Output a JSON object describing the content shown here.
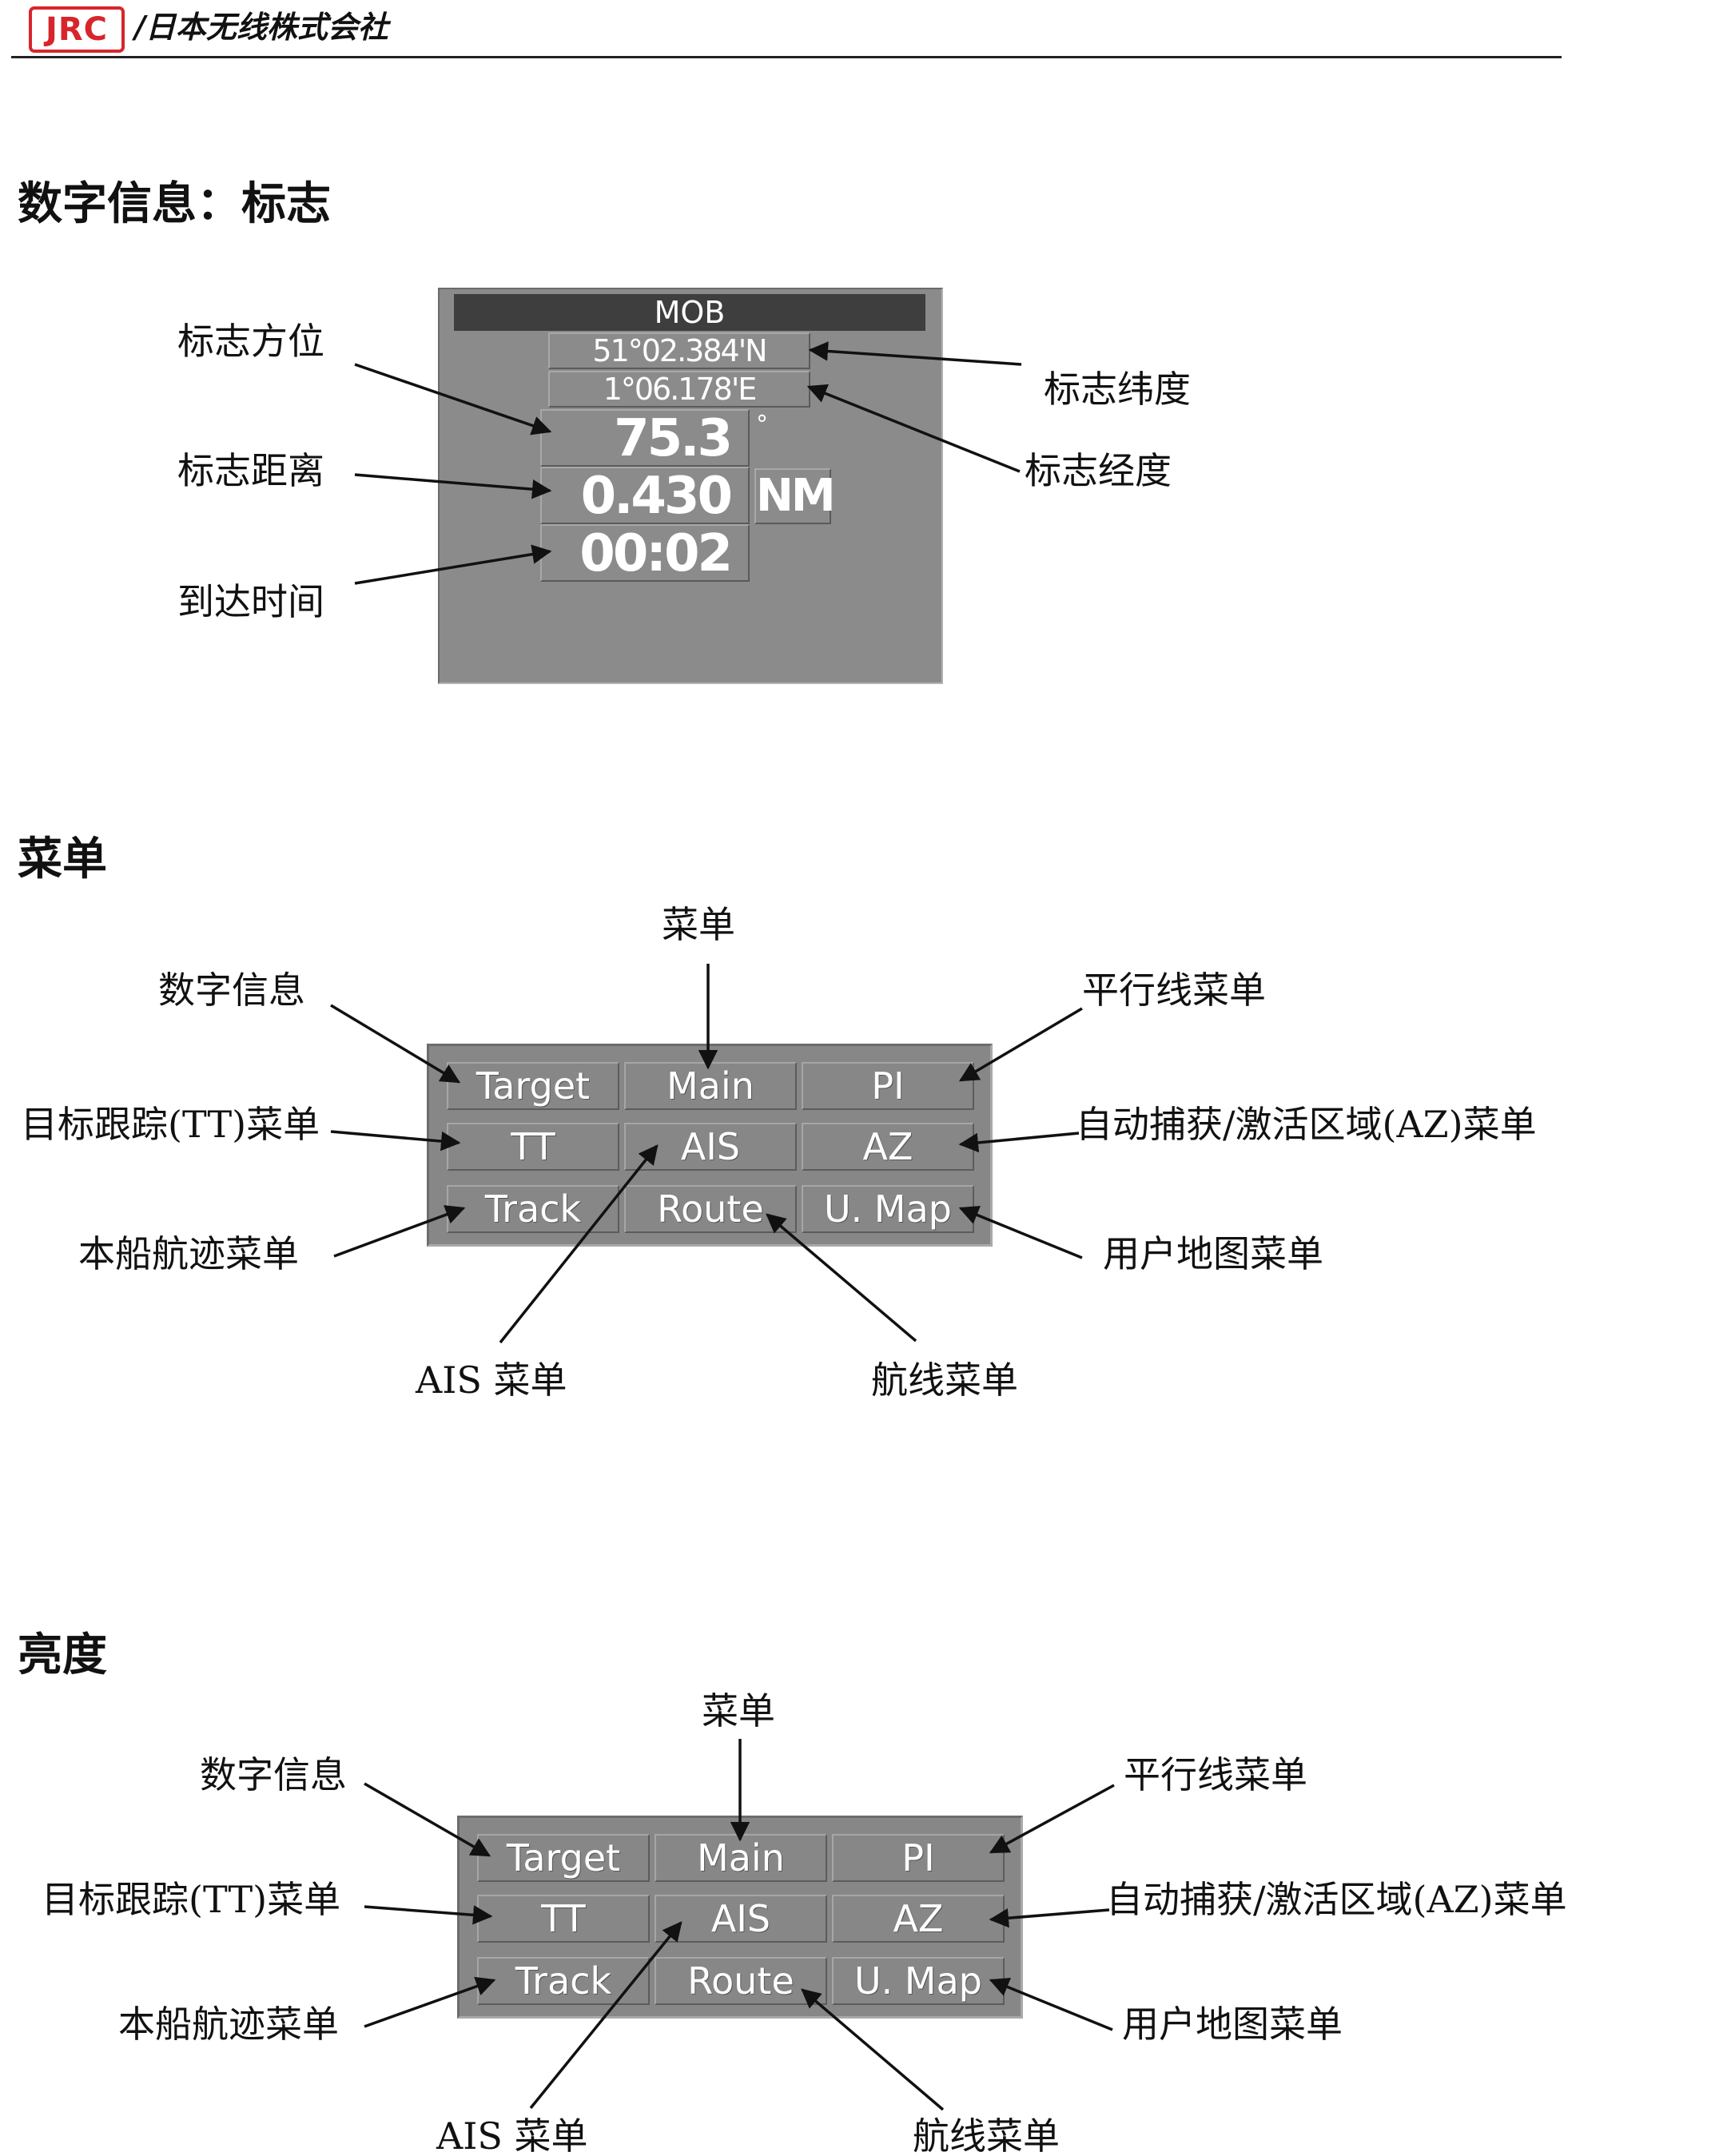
{
  "header": {
    "logo": "JRC",
    "company": "/日本无线株式会社"
  },
  "sections": {
    "mob": {
      "heading": "数字信息：标志"
    },
    "menu": {
      "heading": "菜单"
    },
    "brightness": {
      "heading": "亮度"
    }
  },
  "mob_panel": {
    "title": "MOB",
    "latitude": "51°02.384'N",
    "longitude": "1°06.178'E",
    "bearing": "75.3",
    "bearing_unit": "°",
    "distance": "0.430",
    "distance_unit": "NM",
    "time": "00:02"
  },
  "mob_labels": {
    "bearing": "标志方位",
    "distance": "标志距离",
    "arrival": "到达时间",
    "latitude": "标志纬度",
    "longitude": "标志经度"
  },
  "menu_buttons": {
    "target": "Target",
    "main": "Main",
    "pi": "PI",
    "tt": "TT",
    "ais": "AIS",
    "az": "AZ",
    "track": "Track",
    "route": "Route",
    "umap": "U. Map"
  },
  "menu_labels": {
    "menu": "菜单",
    "numeric": "数字信息",
    "parallel": "平行线菜单",
    "tt": "目标跟踪(TT)菜单",
    "az": "自动捕获/激活区域(AZ)菜单",
    "track": "本船航迹菜单",
    "umap": "用户地图菜单",
    "ais": "AIS 菜单",
    "route": "航线菜单"
  },
  "colors": {
    "panel": "#878787",
    "title_bar": "#3e3e3e",
    "logo": "#d8252b"
  }
}
